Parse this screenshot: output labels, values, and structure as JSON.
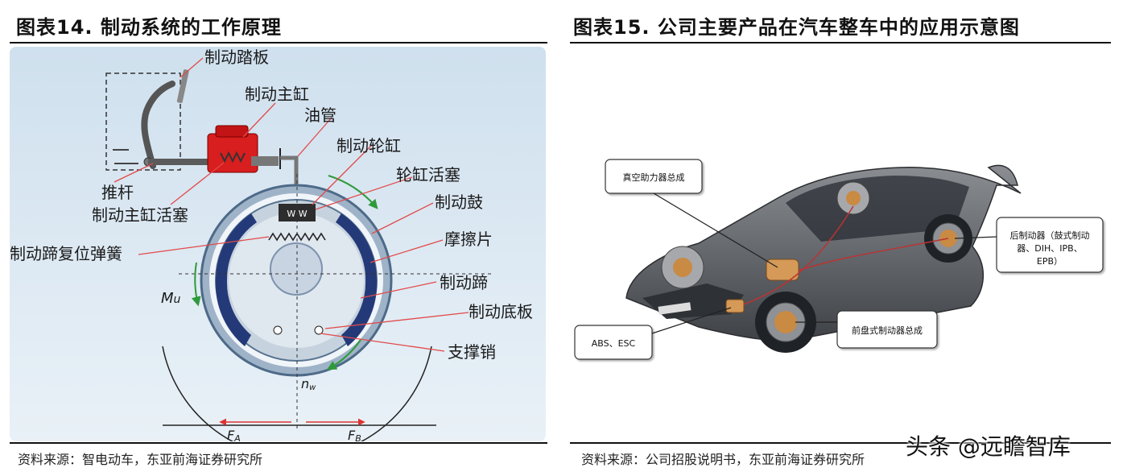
{
  "left": {
    "title": "图表14. 制动系统的工作原理",
    "source": "资料来源：智电动车，东亚前海证券研究所",
    "labels": {
      "pedal": "制动踏板",
      "master_cylinder": "制动主缸",
      "oil_pipe": "油管",
      "wheel_cylinder": "制动轮缸",
      "wheel_piston": "轮缸活塞",
      "push_rod": "推杆",
      "master_piston": "制动主缸活塞",
      "drum": "制动鼓",
      "friction": "摩擦片",
      "return_spring": "制动蹄复位弹簧",
      "shoe": "制动蹄",
      "base_plate": "制动底板",
      "support_pin": "支撑销",
      "mu_m": "M",
      "mu_u": "u",
      "nw_n": "n",
      "nw_w": "w",
      "fa_f": "F",
      "fa_a": "A",
      "fb_f": "F",
      "fb_b": "B",
      "wc_text": "W·W"
    }
  },
  "right": {
    "title": "图表15. 公司主要产品在汽车整车中的应用示意图",
    "source": "资料来源：公司招股说明书，东亚前海证券研究所",
    "callouts": {
      "booster": "真空助力器总成",
      "rear_brake_1": "后制动器（鼓式制动",
      "rear_brake_2": "器、DIH、IPB、",
      "rear_brake_3": "EPB）",
      "abs": "ABS、ESC",
      "front_disc": "前盘式制动器总成"
    }
  },
  "watermark": "头条 @远瞻智库"
}
